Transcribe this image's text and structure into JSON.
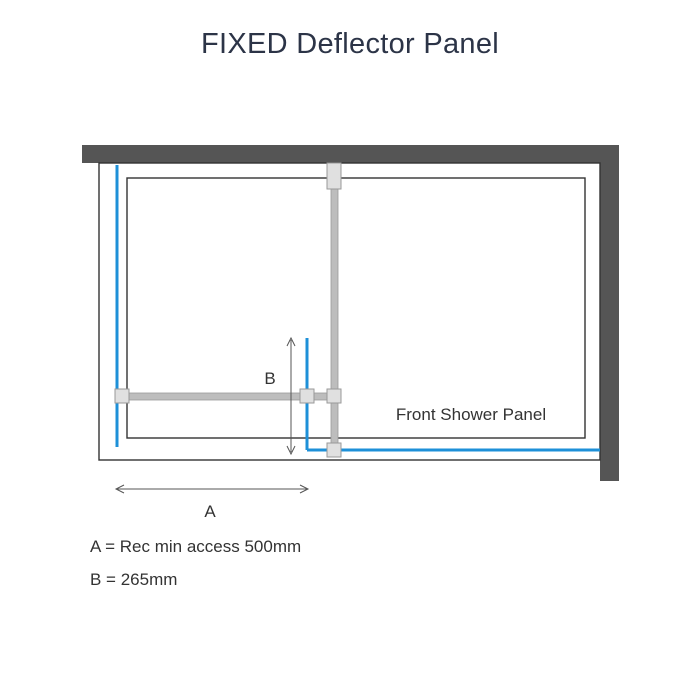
{
  "title": "FIXED Deflector Panel",
  "labels": {
    "front_panel": "Front Shower Panel",
    "dim_a": "A",
    "dim_b": "B"
  },
  "legend": {
    "a": "A = Rec min access 500mm",
    "b": "B = 265mm"
  },
  "colors": {
    "wall": "#555555",
    "glass": "#1e90d8",
    "bar": "#b8b8b8",
    "outline": "#333333",
    "arrow": "#555555"
  }
}
